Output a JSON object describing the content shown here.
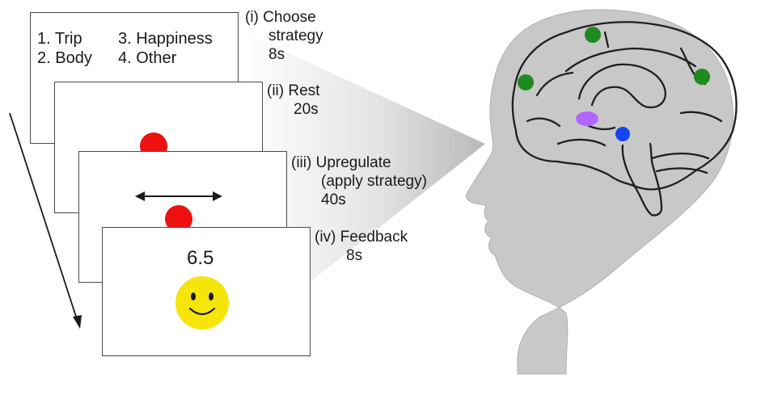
{
  "screens": {
    "choose": {
      "options": [
        "1. Trip",
        "3. Happiness",
        "2. Body",
        "4. Other"
      ]
    },
    "feedback": {
      "score": "6.5"
    }
  },
  "steps": [
    {
      "label": "(i) Choose",
      "line2": "strategy",
      "duration": "8s"
    },
    {
      "label": "(ii) Rest",
      "duration": "20s"
    },
    {
      "label": "(iii) Upregulate",
      "line2": "(apply strategy)",
      "duration": "40s"
    },
    {
      "label": "(iv) Feedback",
      "duration": "8s"
    }
  ],
  "colors": {
    "rest_dot": "#ee1111",
    "smiley": "#f5e50a",
    "head": "#c9c9c9",
    "region_green": "#1f8a1f",
    "region_purple": "#b366ff",
    "region_blue": "#1346ee"
  },
  "icons": {
    "time_arrow": "diagonal-arrow",
    "direction": "double-headed-arrow",
    "feedback": "smiley-face"
  }
}
